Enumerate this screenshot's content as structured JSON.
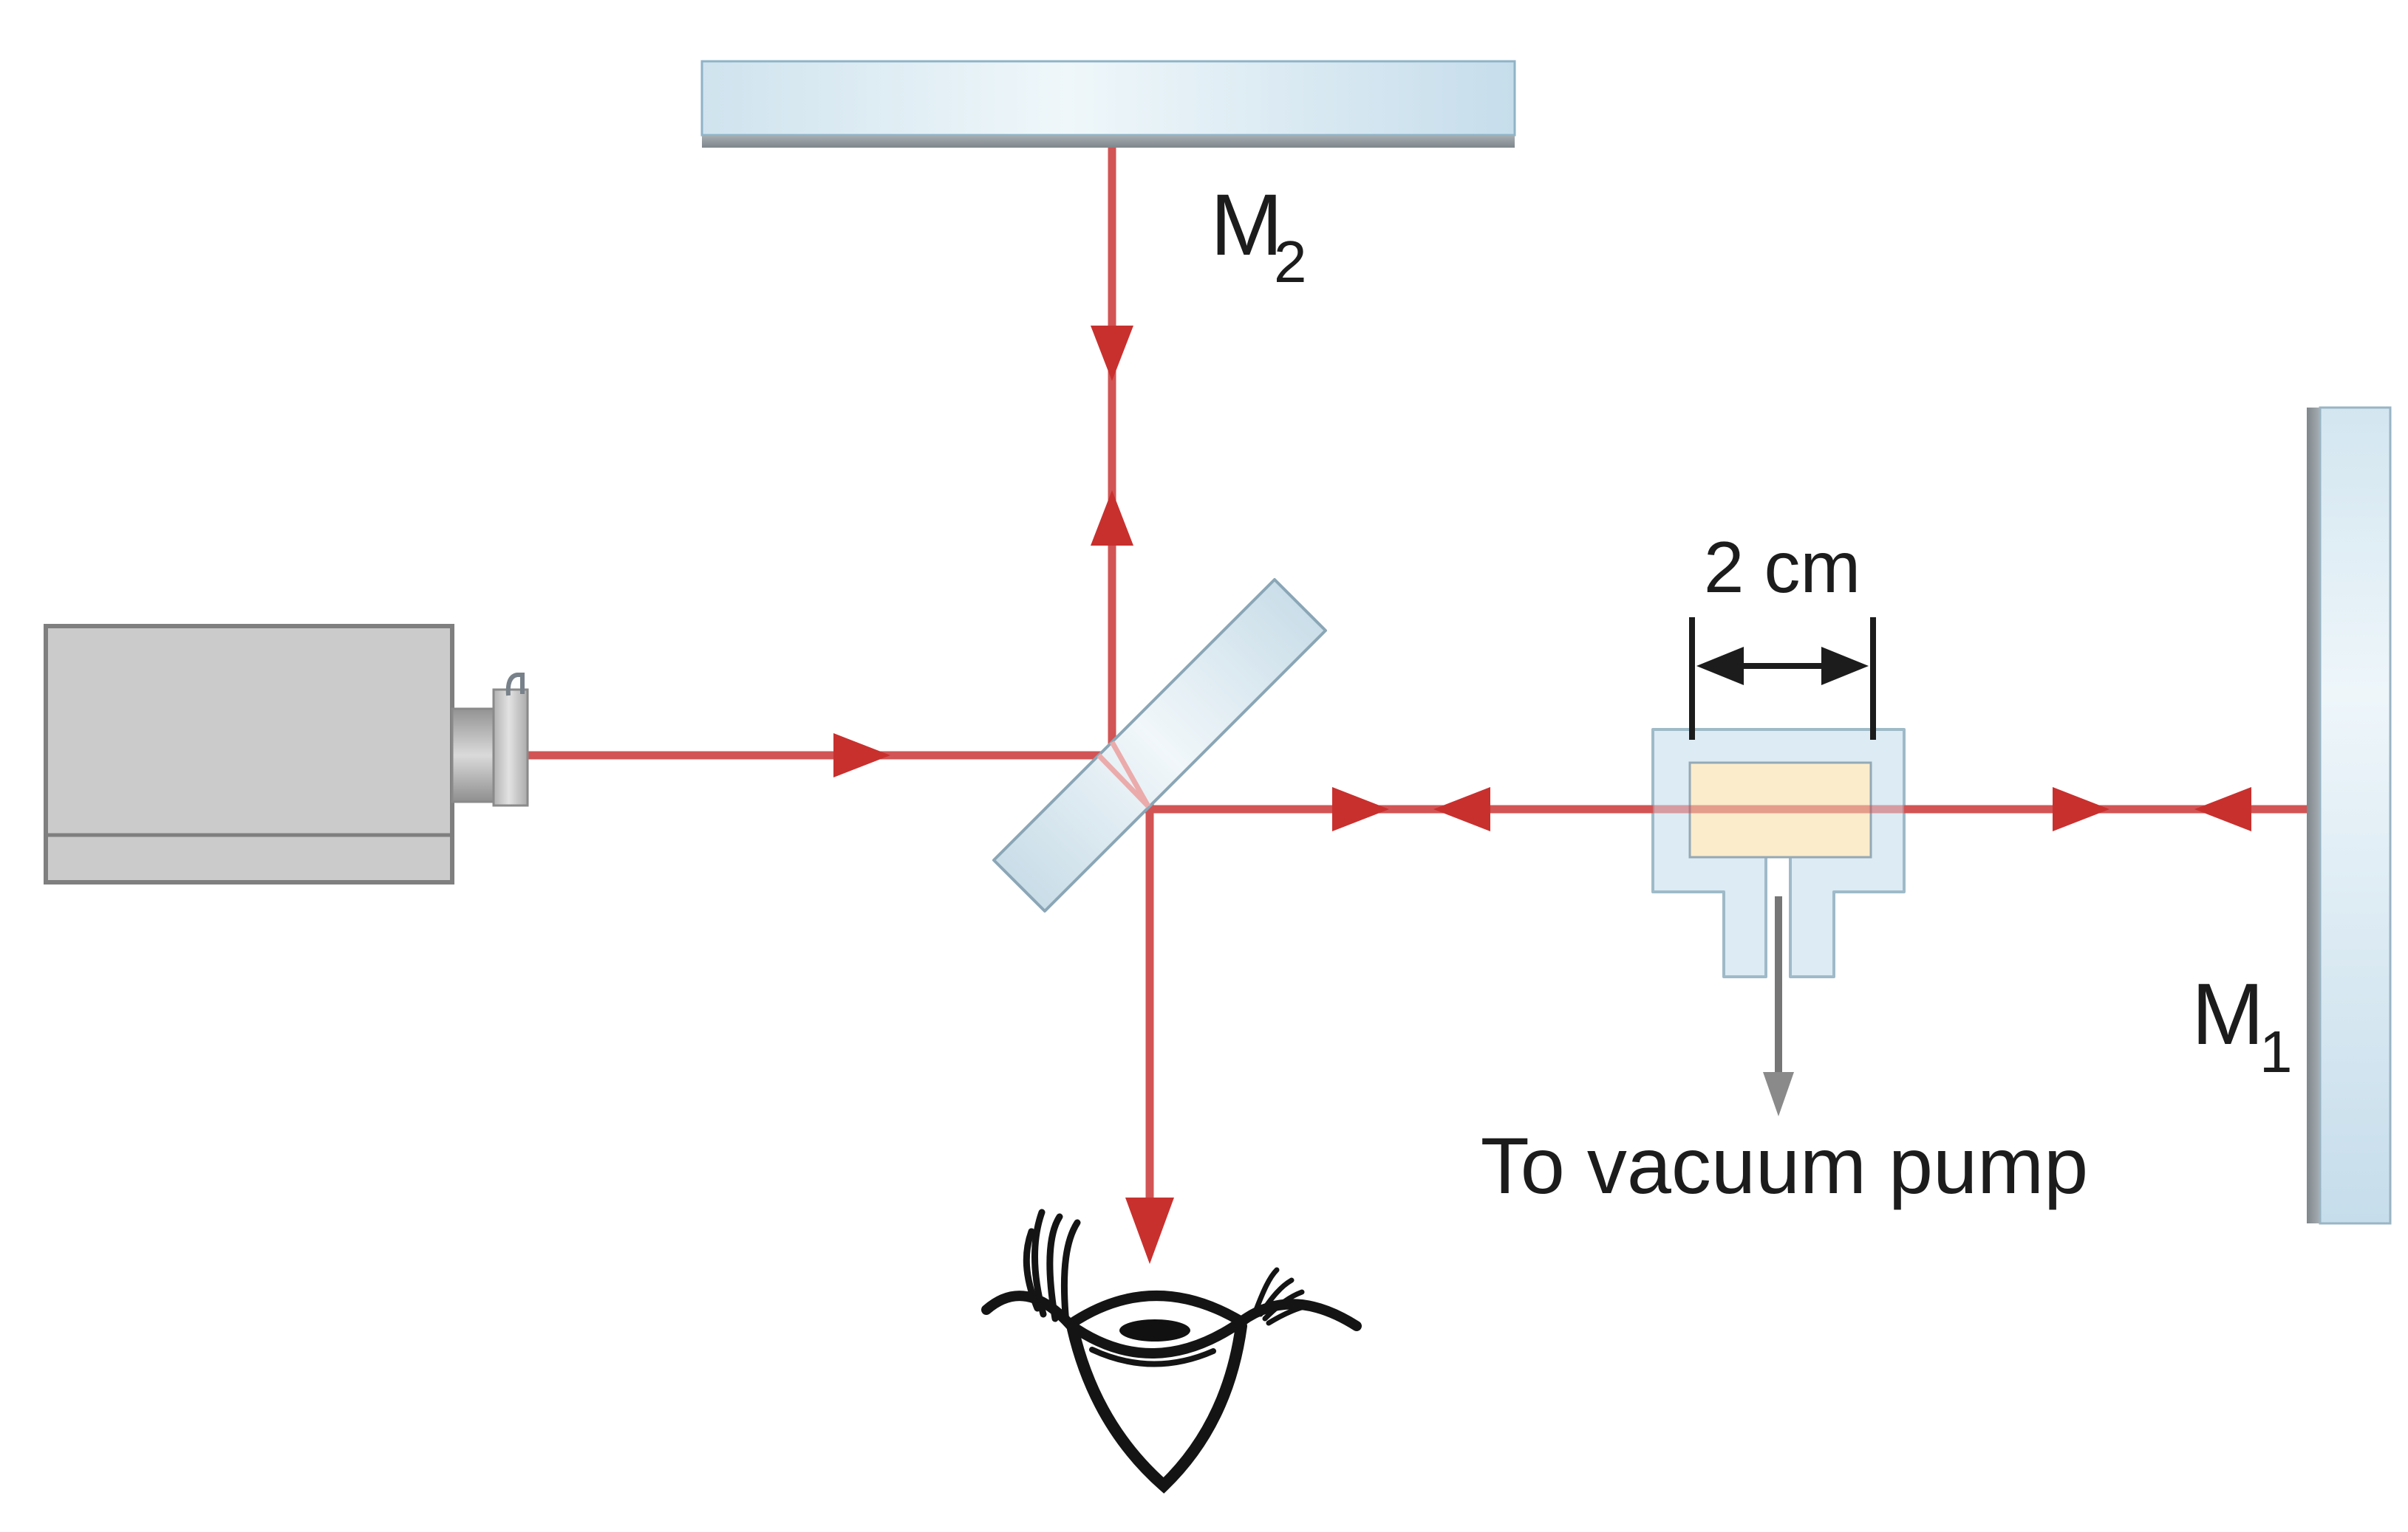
{
  "diagram": {
    "type": "michelson-interferometer-with-vacuum-cell",
    "labels": {
      "mirror_top_base": "M",
      "mirror_top_sub": "2",
      "mirror_right_base": "M",
      "mirror_right_sub": "1",
      "cell_width": "2 cm",
      "pump": "To vacuum pump"
    },
    "colors": {
      "beam": "#d25454",
      "beam_arrowhead": "#c8302e",
      "refracted_beam": "#ebabab",
      "glass_fill": "#dcebf4",
      "glass_border": "#9fbac8",
      "chamber_fill": "#fbeccb",
      "laser_fill": "#cbcbcb",
      "laser_border": "#7f7f7f",
      "mirror_backing": "#8d959a",
      "pump_arrow_gray": "#8a8a8a",
      "annotation_black": "#1c1c1c"
    }
  }
}
